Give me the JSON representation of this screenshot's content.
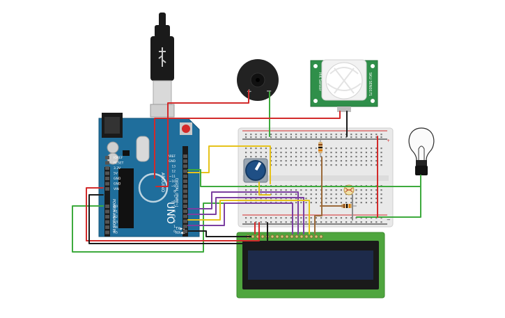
{
  "colors": {
    "arduino_board": "#1f6e9c",
    "breadboard": "#e9e9e9",
    "lcd_body": "#4fa63e",
    "lcd_screen": "#1d2a4a",
    "pir_board": "#2f8f4a",
    "buzzer": "#222222",
    "wire_red": "#d22a2a",
    "wire_black": "#1a1a1a",
    "wire_green": "#3daa3d",
    "wire_purple": "#7b3fa0",
    "wire_yellow": "#e6c21a",
    "wire_brown": "#9b6a3a",
    "wire_gray": "#8a8a8a"
  },
  "arduino": {
    "logo": "UNO",
    "brand": "ARDUINO",
    "power_header_label": "POWER",
    "analog_header_label": "ANALOG IN",
    "digital_header_label": "DIGITAL (PWM~)",
    "tx_label": "TX▶1",
    "rx_label": "RX◀0",
    "power_pins": [
      "IOREF",
      "RESET",
      "3.3V",
      "5V",
      "GND",
      "GND",
      "VIN"
    ],
    "analog_pins": [
      "A0",
      "A1",
      "A2",
      "A3",
      "A4",
      "A5"
    ],
    "top_pins": [
      "AREF",
      "GND",
      "13",
      "12",
      "~11",
      "~10",
      "~9",
      "8",
      "7",
      "~6",
      "~5",
      "4",
      "~3",
      "2",
      "1",
      "0"
    ]
  },
  "buzzer": {
    "plus_label": "+",
    "minus_label": "−"
  },
  "pir": {
    "label_left": "PIR Sensor",
    "label_right": "SKU SEN0171"
  },
  "breadboard": {
    "plus_label": "+",
    "minus_label": "−"
  }
}
